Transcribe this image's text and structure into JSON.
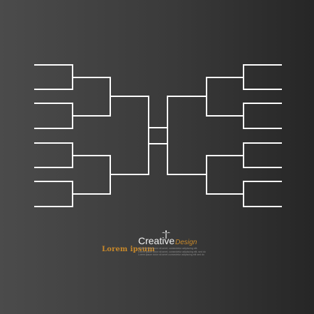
{
  "footer": {
    "tagline": "Lorem ipsum",
    "brand_part1": "Creat",
    "brand_part2": "ive",
    "brand_part3": "Design",
    "body_lines": [
      "Lorem ipsum dolor sit amet, consectetur adipiscing elit.",
      "Lorem ipsum dolor sit amet, consectetur adipiscing elit, sed do",
      "Lorem ipsum dolor sit amet consectetur adipiscing elit sed do"
    ]
  },
  "colors": {
    "background_dark": "#262626",
    "background_light": "#4b4b4b",
    "bracket_line": "#ffffff",
    "accent": "#c9892a"
  },
  "bracket": {
    "rounds_per_side": 4,
    "teams_per_side": 8
  }
}
